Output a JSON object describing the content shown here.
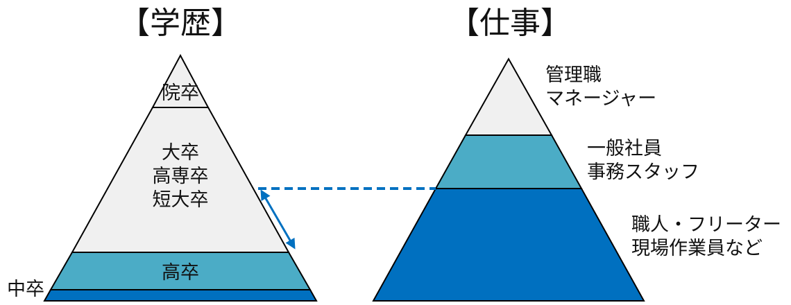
{
  "left": {
    "title": "【学歴】",
    "tiers": {
      "grad": "院卒",
      "univ": [
        "大卒",
        "高専卒",
        "短大卒"
      ],
      "high": "高卒",
      "middle": "中卒"
    }
  },
  "right": {
    "title": "【仕事】",
    "tiers": {
      "manager": [
        "管理職",
        "マネージャー"
      ],
      "staff": [
        "一般社員",
        "事務スタッフ"
      ],
      "worker": [
        "職人・フリーター",
        "現場作業員など"
      ]
    }
  },
  "colors": {
    "light": "#f0f0f0",
    "teal": "#4bacc6",
    "blue": "#0070c0",
    "outline": "#000000",
    "arrow": "#0070c0"
  }
}
